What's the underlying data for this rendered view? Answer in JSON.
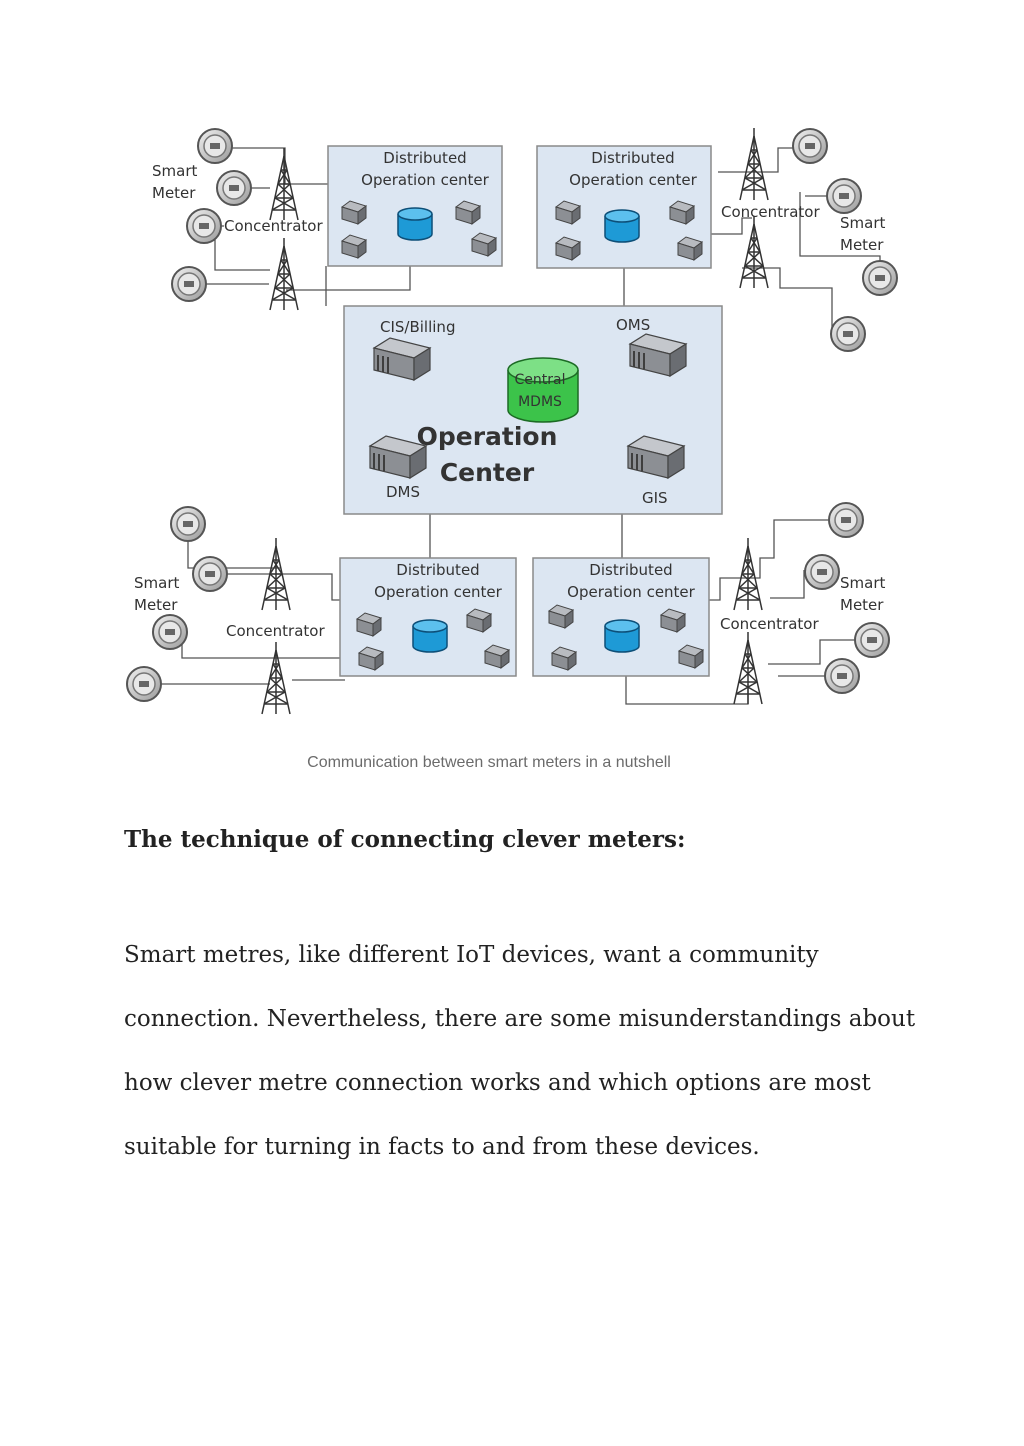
{
  "diagram": {
    "smart_meter_label_lines": [
      "Smart",
      "Meter"
    ],
    "concentrator_label": "Concentrator",
    "dist_center_label_lines": [
      "Distributed",
      "Operation center"
    ],
    "operation_center_label_lines": [
      "Operation",
      "Center"
    ],
    "central_mdms_label_lines": [
      "Central",
      "MDMS"
    ],
    "cis_billing_label": "CIS/Billing",
    "oms_label": "OMS",
    "dms_label": "DMS",
    "gis_label": "GIS",
    "colors": {
      "box_fill": "#dce6f2",
      "box_stroke": "#8a8a8a",
      "db_blue": "#1e9ad6",
      "mdms_green": "#3cc34a",
      "server_gray": "#8c8f94",
      "line": "#555555"
    },
    "icons": [
      "smart-meter-icon",
      "tower-icon",
      "server-icon",
      "database-icon"
    ]
  },
  "caption": "Communication between smart meters in a nutshell",
  "heading": "The technique of connecting clever meters:",
  "paragraph_lines": [
    "Smart metres, like different IoT devices, want a community",
    "connection. Nevertheless, there are some misunderstandings about",
    "how clever metre connection works and which options are most",
    "suitable for turning in facts to and from these devices."
  ]
}
